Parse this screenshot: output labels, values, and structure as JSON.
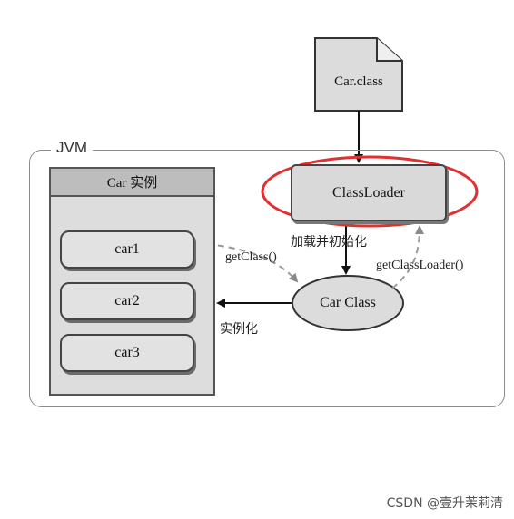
{
  "file": {
    "label": "Car.class"
  },
  "jvm": {
    "label": "JVM"
  },
  "instances": {
    "header": "Car 实例",
    "items": [
      {
        "label": "car1"
      },
      {
        "label": "car2"
      },
      {
        "label": "car3"
      }
    ]
  },
  "classloader": {
    "label": "ClassLoader"
  },
  "car_class": {
    "label": "Car Class"
  },
  "annotations": {
    "load_init": "加载并初始化",
    "get_class": "getClass()",
    "get_class_loader": "getClassLoader()",
    "instantiate": "实例化"
  },
  "watermark": "CSDN @壹升茉莉清",
  "colors": {
    "highlight": "#e03030",
    "box_fill": "#d9d9d9",
    "dashed": "#9a9a9a"
  }
}
